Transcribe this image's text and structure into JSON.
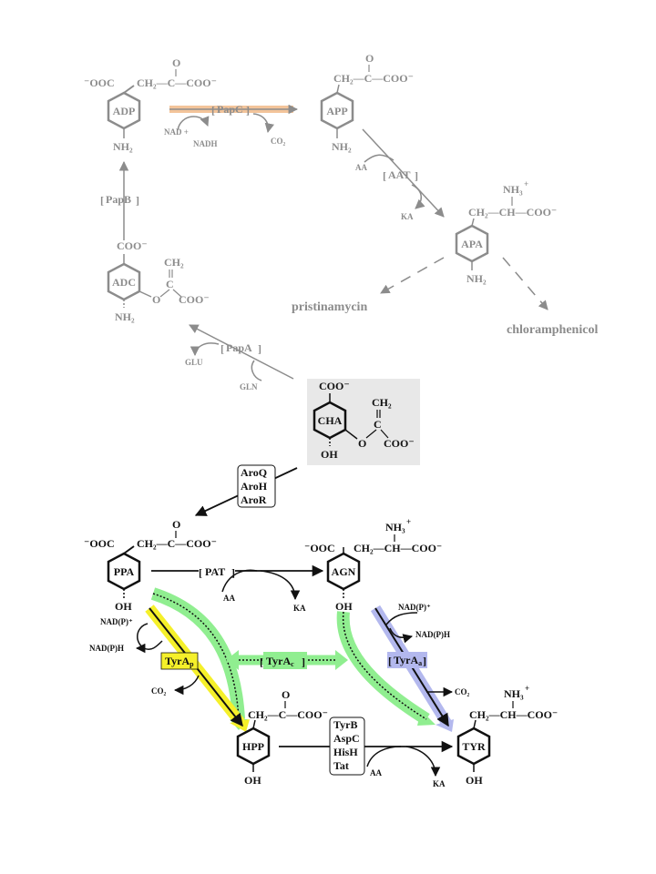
{
  "colors": {
    "grey": "#8c8c8c",
    "black": "#111111",
    "papc_highlight": "#f3c49a",
    "tyra_p_fill": "#f5f02a",
    "tyra_c_fill": "#90ee90",
    "tyra_a_fill": "#b3b8ee",
    "green_route": "#90ee90",
    "cha_box": "#e8e8e8"
  },
  "top": {
    "adp": {
      "ring": "ADP",
      "left": "⁻OOC",
      "chain": "CH₂—C—COO⁻",
      "o": "O",
      "nh2": "NH₂"
    },
    "app": {
      "ring": "APP",
      "chain": "CH₂—C—COO⁻",
      "o": "O",
      "nh2": "NH₂"
    },
    "apa": {
      "ring": "APA",
      "chain": "CH₂—CH—COO⁻",
      "nh3": "NH₃",
      "plus": "+",
      "nh2": "NH₂"
    },
    "adc": {
      "ring": "ADC",
      "coo": "COO⁻",
      "ch2": "CH₂",
      "c": "C",
      "o": "O",
      "coo2": "COO⁻",
      "nh2": "NH₂"
    },
    "papc": {
      "label": "PapC",
      "nad": "NAD +",
      "nadh": "NADH",
      "co2": "CO₂"
    },
    "aat": {
      "label": "AAT",
      "aa": "AA",
      "ka": "KA"
    },
    "papb": {
      "label": "PapB"
    },
    "papa": {
      "label": "PapA",
      "glu": "GLU",
      "gln": "GLN"
    },
    "pristinamycin": "pristinamycin",
    "chloramphenicol": "chloramphenicol"
  },
  "cha": {
    "ring": "CHA",
    "coo": "COO⁻",
    "ch2": "CH₂",
    "c": "C",
    "o": "O",
    "coo2": "COO⁻",
    "oh": "OH"
  },
  "aro_enzymes": [
    "AroQ",
    "AroH",
    "AroR"
  ],
  "bottom": {
    "ppa": {
      "ring": "PPA",
      "left": "⁻OOC",
      "chain": "CH₂—C—COO⁻",
      "o": "O",
      "oh": "OH"
    },
    "agn": {
      "ring": "AGN",
      "left": "⁻OOC",
      "chain": "CH₂—CH—COO⁻",
      "nh3": "NH₃",
      "plus": "+",
      "oh": "OH"
    },
    "hpp": {
      "ring": "HPP",
      "chain": "CH₂—C—COO⁻",
      "o": "O",
      "oh": "OH"
    },
    "tyr": {
      "ring": "TYR",
      "chain": "CH₂—CH—COO⁻",
      "nh3": "NH₃",
      "plus": "+",
      "oh": "OH"
    },
    "pat": {
      "label": "PAT",
      "aa": "AA",
      "ka": "KA"
    },
    "tyra_p": {
      "label": "TyrA",
      "sub": "p",
      "nadp": "NAD(P)⁺",
      "nadph": "NAD(P)H",
      "co2": "CO₂"
    },
    "tyra_c": {
      "label": "TyrA",
      "sub": "c"
    },
    "tyra_a": {
      "label": "TyrA",
      "sub": "a",
      "nadp": "NAD(P)⁺",
      "nadph": "NAD(P)H",
      "co2": "CO₂"
    },
    "transaminases": [
      "TyrB",
      "AspC",
      "HisH",
      "Tat"
    ],
    "trans_aa": "AA",
    "trans_ka": "KA"
  }
}
